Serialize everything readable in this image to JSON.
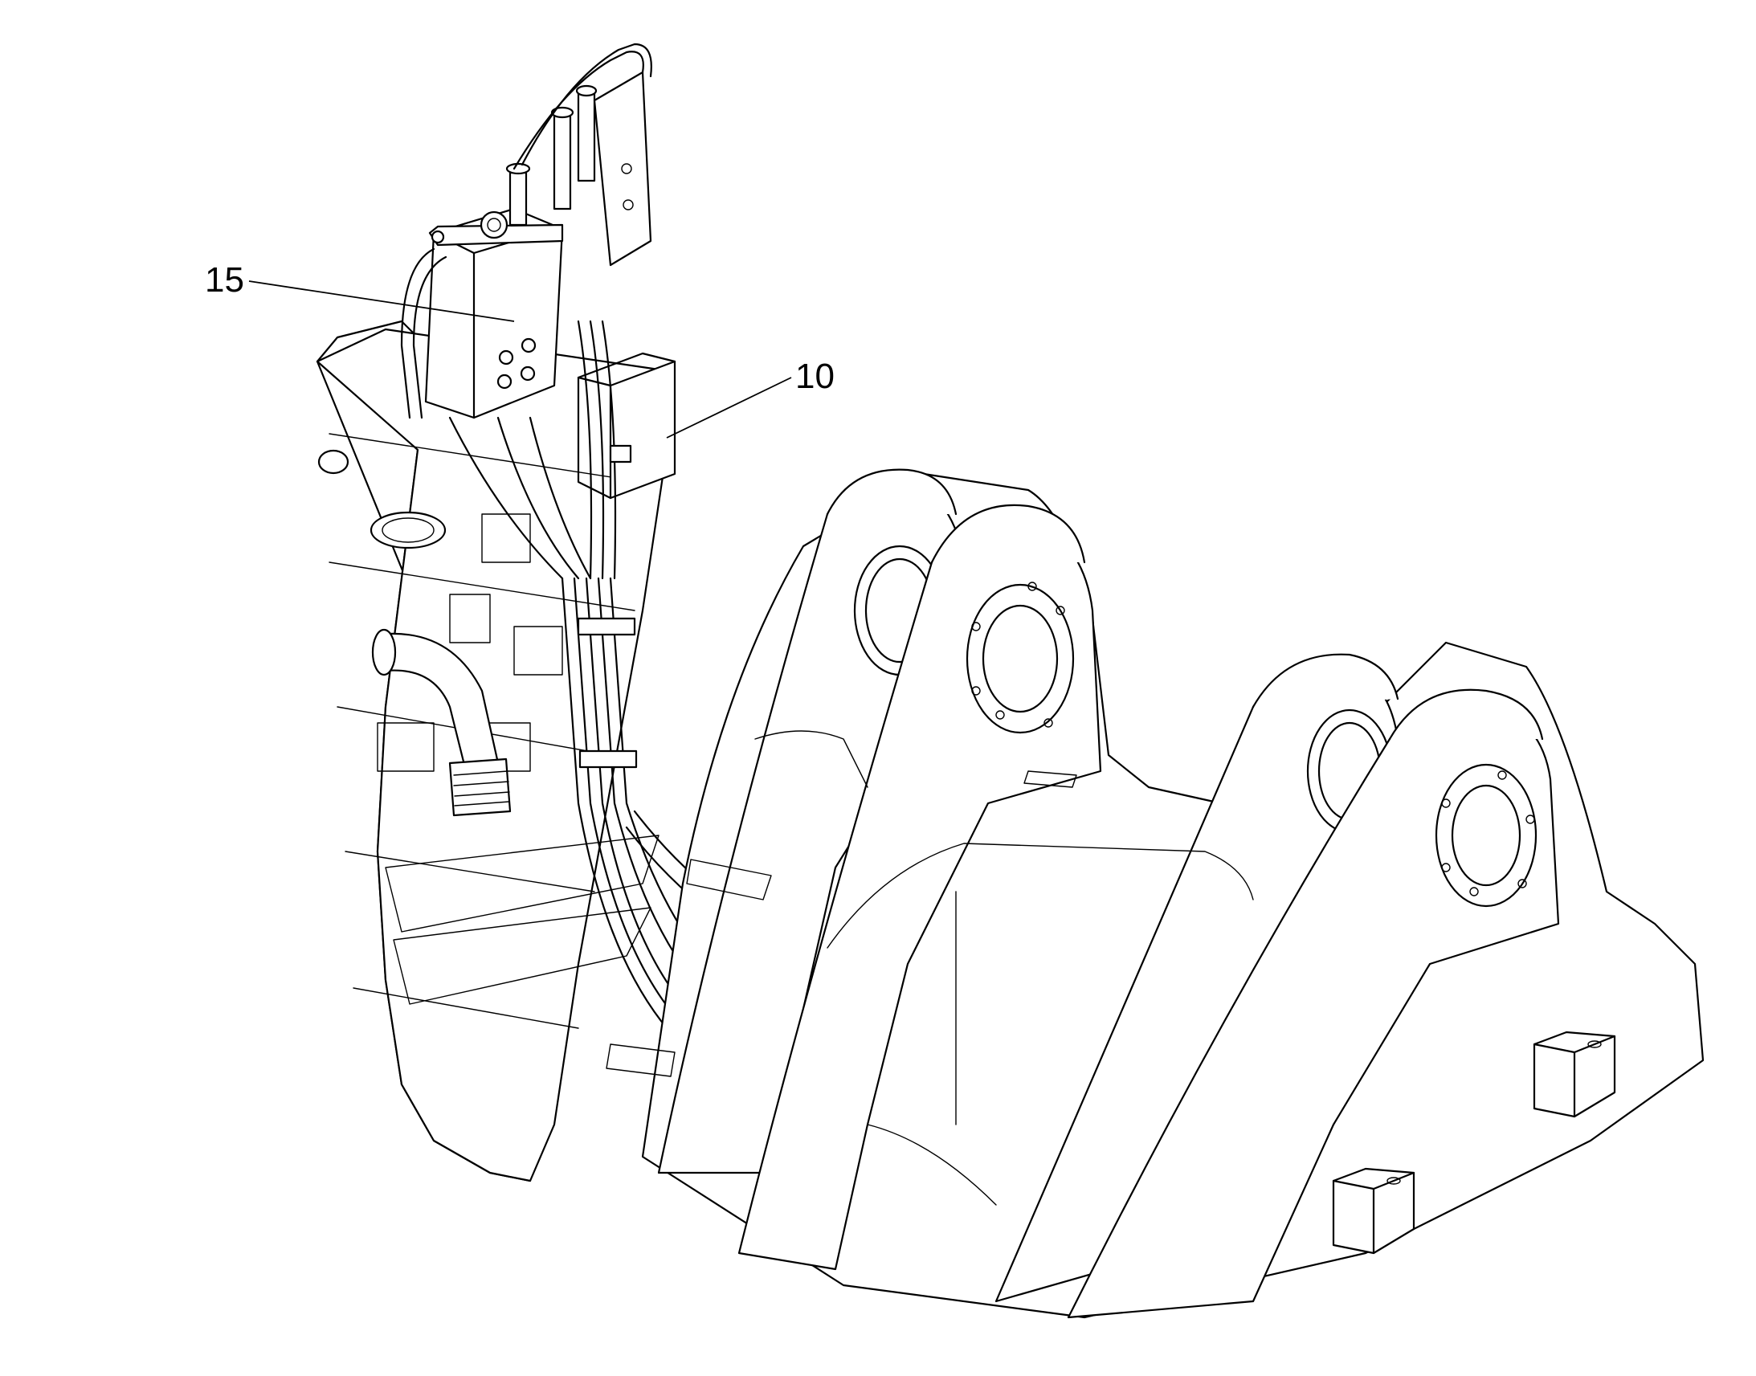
{
  "callouts": [
    {
      "id": "callout-15",
      "text": "15"
    },
    {
      "id": "callout-10",
      "text": "10"
    }
  ],
  "colors": {
    "line": "#000000",
    "background": "#ffffff"
  }
}
